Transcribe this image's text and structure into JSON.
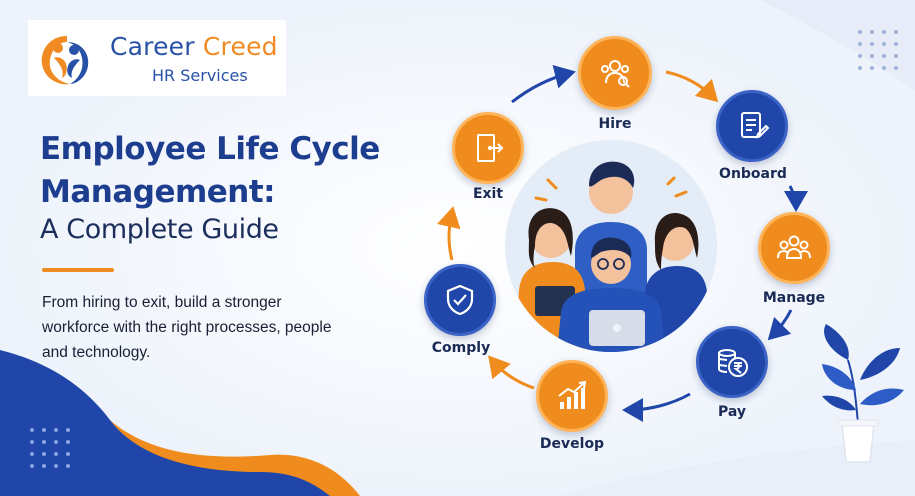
{
  "brand": {
    "name_part1": "Career",
    "name_part2": "Creed",
    "tagline": "HR Services",
    "colors": {
      "blue": "#2852a8",
      "orange": "#ef8b22",
      "navy": "#1d3d8f"
    }
  },
  "headline": {
    "line1": "Employee Life Cycle",
    "line2": "Management:",
    "line3": "A Complete Guide"
  },
  "description": "From hiring to exit, build a stronger workforce with the right processes, people and technology.",
  "cycle": {
    "stages": [
      {
        "label": "Hire",
        "icon": "recruit-icon"
      },
      {
        "label": "Onboard",
        "icon": "document-edit-icon"
      },
      {
        "label": "Manage",
        "icon": "team-icon"
      },
      {
        "label": "Pay",
        "icon": "rupee-coins-icon"
      },
      {
        "label": "Develop",
        "icon": "growth-chart-icon"
      },
      {
        "label": "Comply",
        "icon": "shield-check-icon"
      },
      {
        "label": "Exit",
        "icon": "exit-door-icon"
      }
    ]
  }
}
